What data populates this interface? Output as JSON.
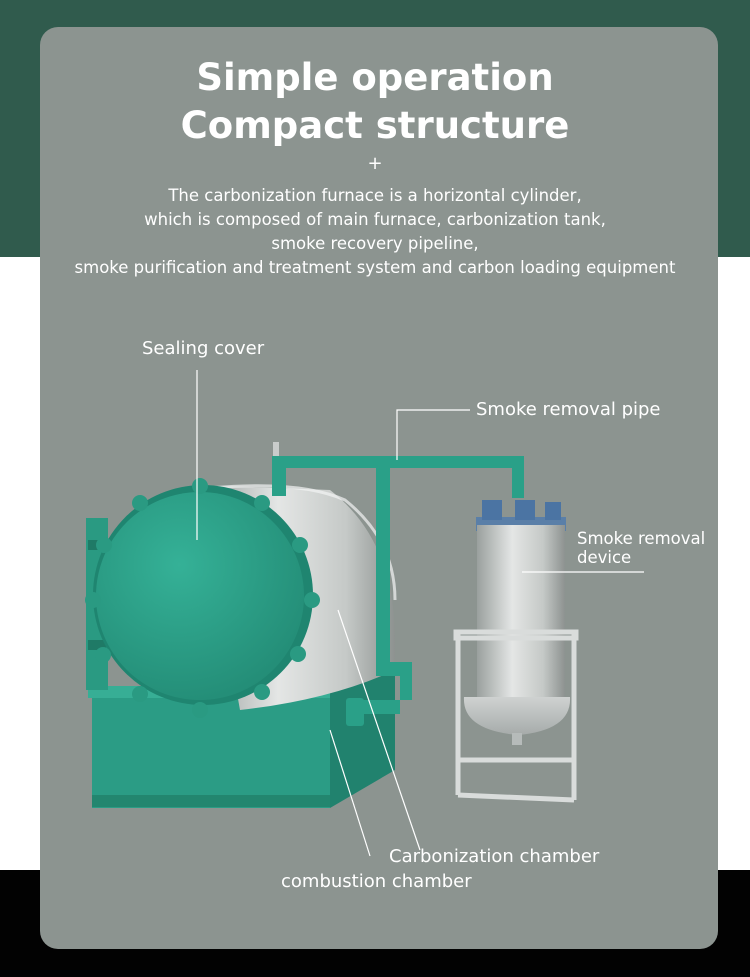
{
  "header": {
    "title_line1": "Simple operation",
    "title_line2": "Compact structure",
    "separator": "+"
  },
  "description": {
    "lines": [
      "The carbonization furnace is a horizontal cylinder,",
      "which is composed of main furnace, carbonization tank,",
      "smoke recovery pipeline,",
      "smoke purification and treatment system and carbon loading equipment"
    ]
  },
  "labels": {
    "sealing_cover": "Sealing cover",
    "smoke_removal_pipe": "Smoke removal pipe",
    "smoke_removal_device_line1": "Smoke removal",
    "smoke_removal_device_line2": "device",
    "carbonization_chamber": "Carbonization chamber",
    "combustion_chamber": "combustion chamber"
  },
  "colors": {
    "top_band": "#305b4d",
    "card_background": "#8c9490",
    "bottom_band": "#020202",
    "machine_teal": "#2fa48c",
    "text": "#ffffff"
  }
}
